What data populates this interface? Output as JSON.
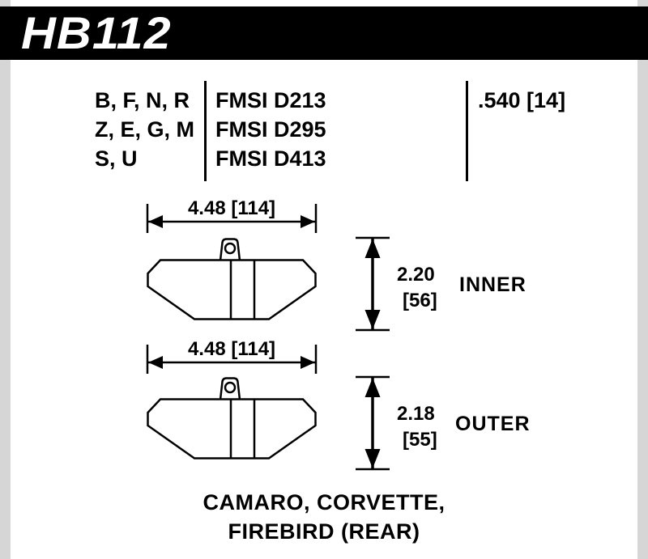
{
  "colors": {
    "paper": "#ffffff",
    "ink": "#000000",
    "strip": "#d6d6d6"
  },
  "header": {
    "part_number": "HB112"
  },
  "spec_table": {
    "compound_codes": [
      "B, F, N, R",
      "Z, E, G, M",
      "S, U"
    ],
    "fmsi_numbers": [
      "FMSI D213",
      "FMSI D295",
      "FMSI D413"
    ],
    "thickness": ".540 [14]"
  },
  "figures": [
    {
      "position": "INNER",
      "width_dim": "4.48 [114]",
      "height_in": "2.20",
      "height_mm": "[56]"
    },
    {
      "position": "OUTER",
      "width_dim": "4.48 [114]",
      "height_in": "2.18",
      "height_mm": "[55]"
    }
  ],
  "footer": {
    "line1": "CAMARO, CORVETTE,",
    "line2": "FIREBIRD (REAR)"
  }
}
